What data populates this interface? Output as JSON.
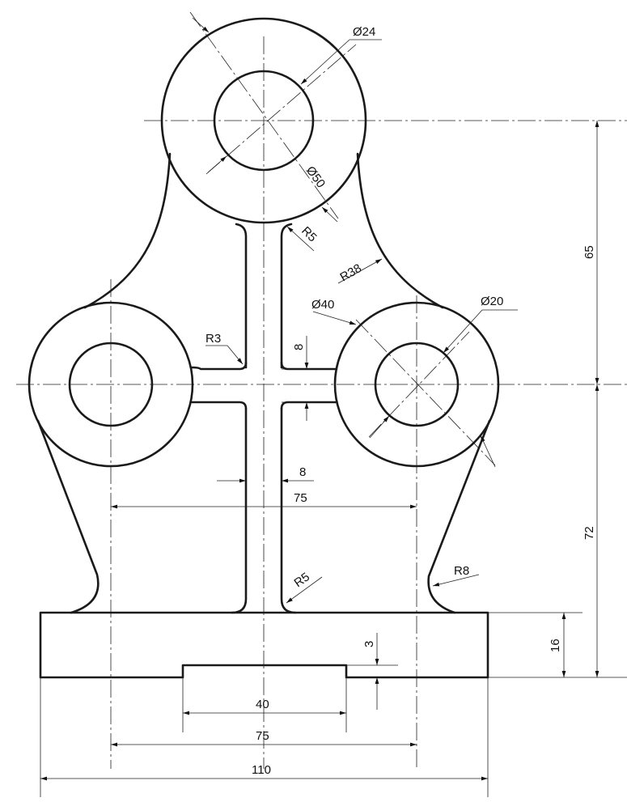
{
  "dimensions": {
    "top_hole_dia": "Ø24",
    "top_boss_dia": "Ø50",
    "top_fillet": "R5",
    "side_arc": "R38",
    "side_boss_dia": "Ø40",
    "side_hole_dia": "Ø20",
    "inner_fillet": "R3",
    "rib_width_horizontal": "8",
    "rib_width_vertical": "8",
    "center_spacing_mid": "75",
    "base_fillet": "R5",
    "foot_fillet": "R8",
    "height_upper": "65",
    "height_lower": "72",
    "base_height": "16",
    "recess_depth": "3",
    "recess_width": "40",
    "base_center_spacing": "75",
    "overall_width": "110"
  },
  "colors": {
    "line": "#1a1a1a",
    "background": "#ffffff"
  }
}
